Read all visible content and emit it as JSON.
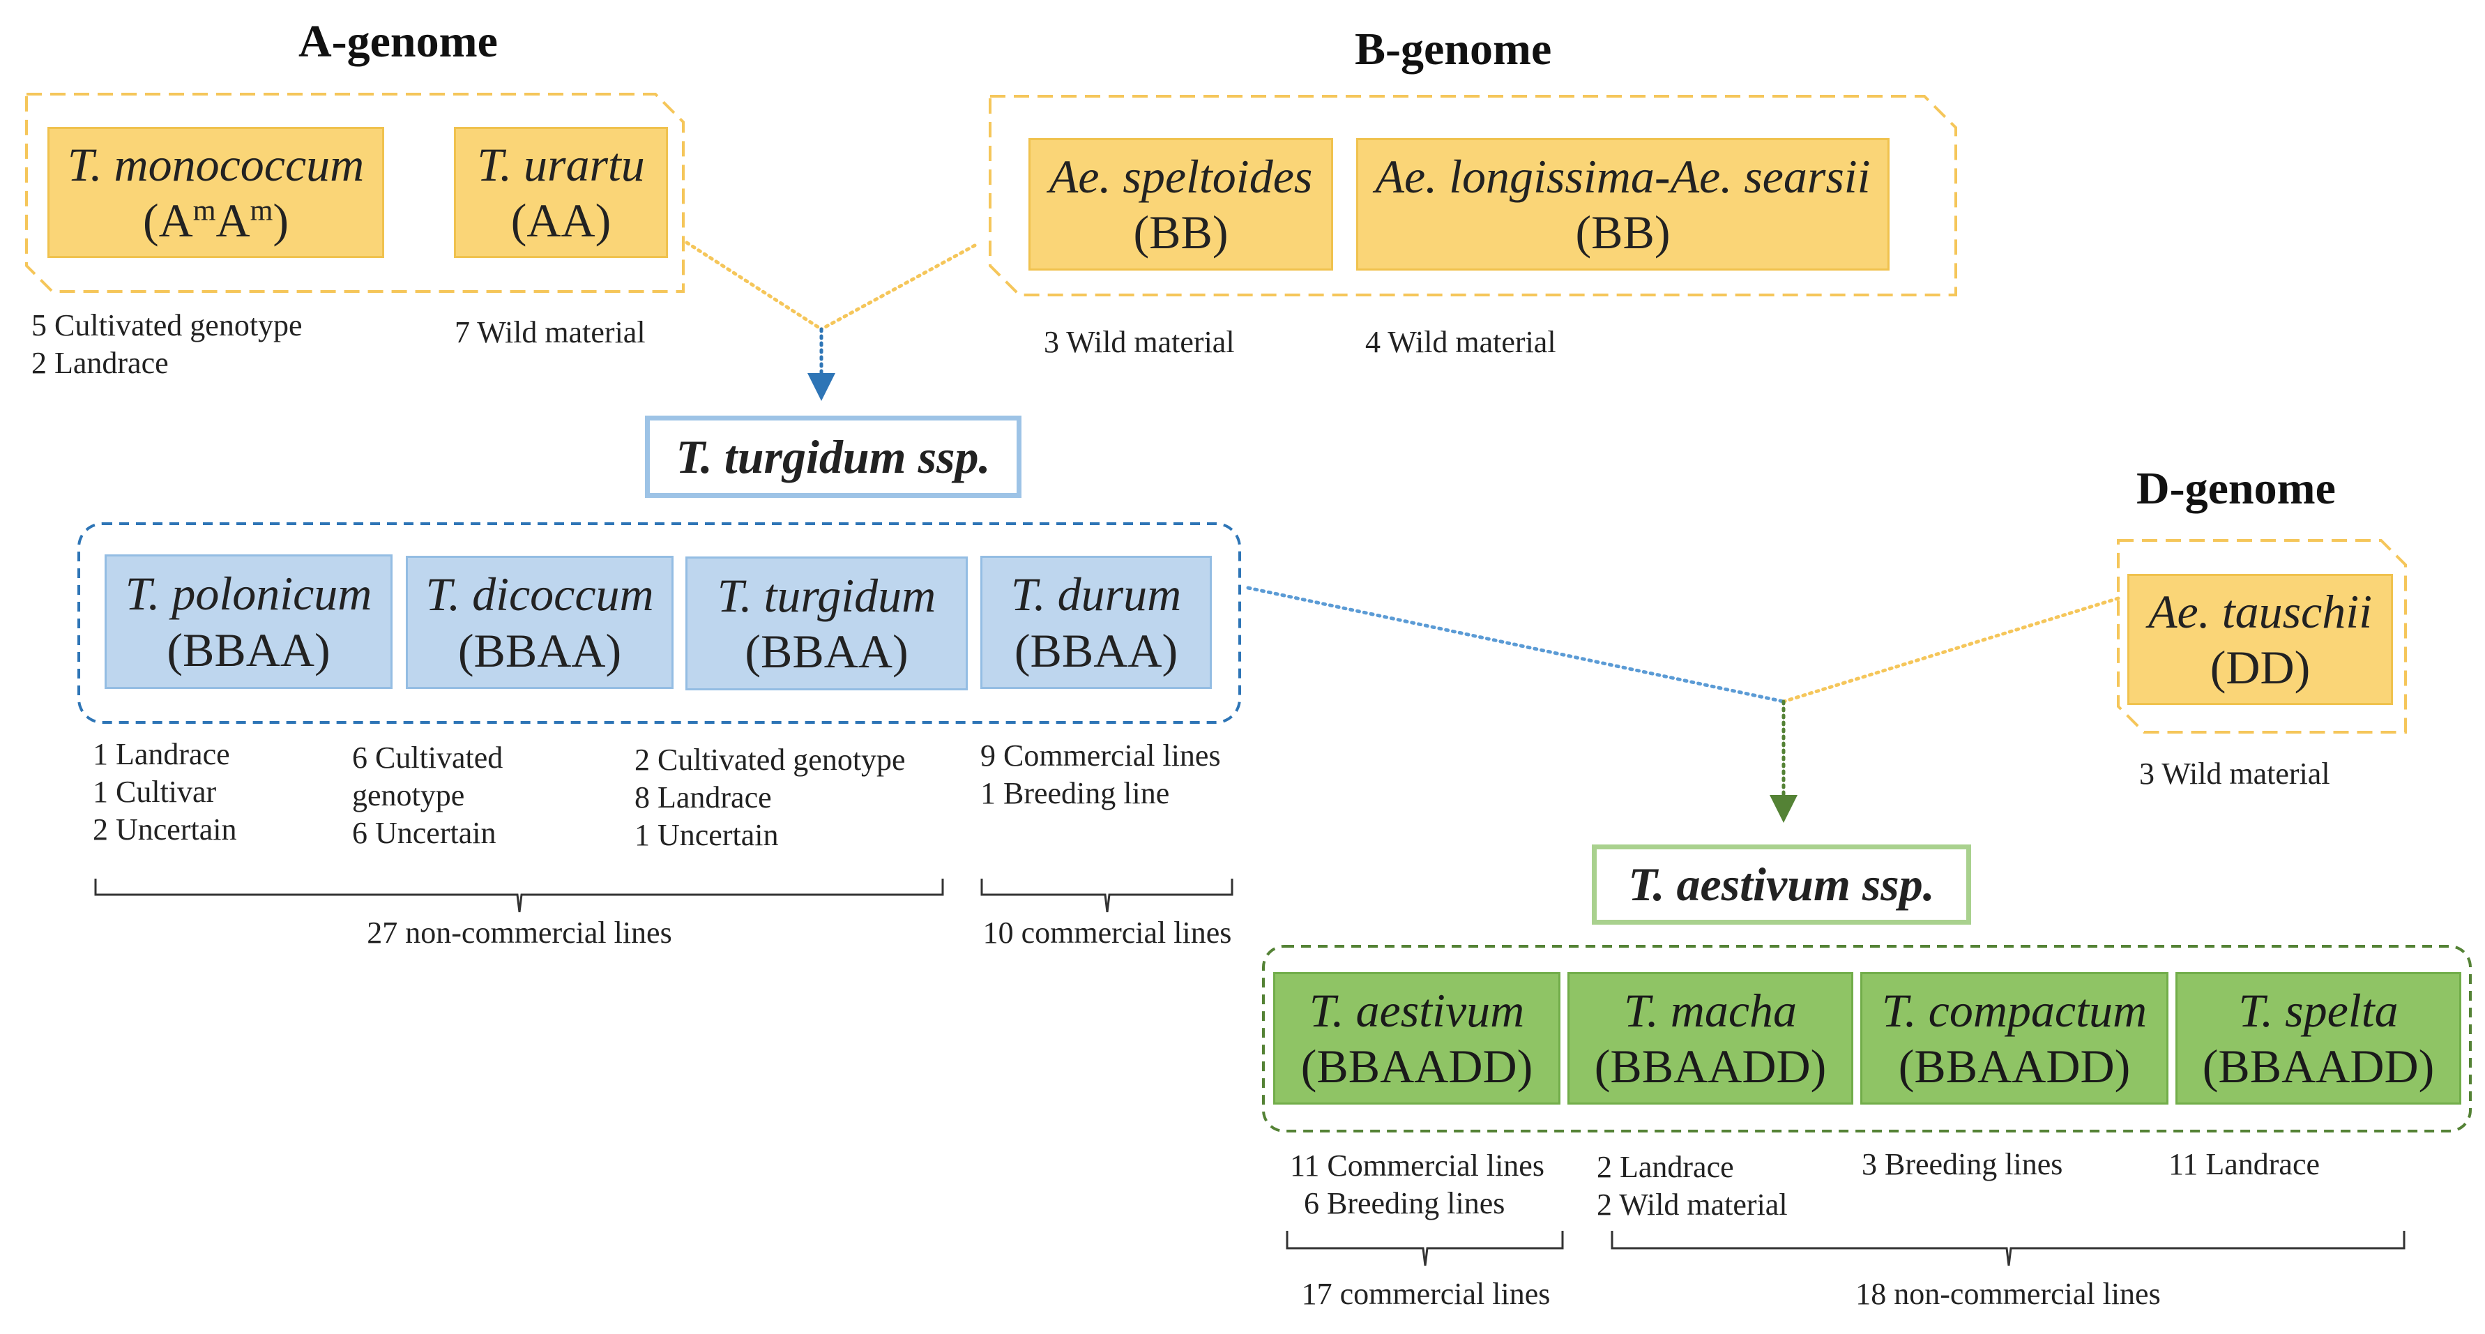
{
  "genomes": {
    "a": {
      "title": "A-genome",
      "species": [
        {
          "name": "T. monococcum",
          "genome": "(AmAm)",
          "notes": [
            "5 Cultivated genotype",
            "2 Landrace"
          ]
        },
        {
          "name": "T. urartu",
          "genome": "(AA)",
          "notes": [
            "7 Wild material"
          ]
        }
      ]
    },
    "b": {
      "title": "B-genome",
      "species": [
        {
          "name": "Ae. speltoides",
          "genome": "(BB)",
          "notes": [
            "3 Wild material"
          ]
        },
        {
          "name": "Ae. longissima-Ae. searsii",
          "genome": "(BB)",
          "notes": [
            "4 Wild material"
          ]
        }
      ]
    },
    "d": {
      "title": "D-genome",
      "species": [
        {
          "name": "Ae. tauschii",
          "genome": "(DD)",
          "notes": [
            "3 Wild material"
          ]
        }
      ]
    }
  },
  "turgidum": {
    "label": "T. turgidum ssp.",
    "species": [
      {
        "name": "T. polonicum",
        "genome": "(BBAA)",
        "notes": [
          "1 Landrace",
          "1 Cultivar",
          "2 Uncertain"
        ]
      },
      {
        "name": "T. dicoccum",
        "genome": "(BBAA)",
        "notes": [
          "6 Cultivated",
          "genotype",
          "6 Uncertain"
        ]
      },
      {
        "name": "T. turgidum",
        "genome": "(BBAA)",
        "notes": [
          "2 Cultivated genotype",
          "8 Landrace",
          "1 Uncertain"
        ]
      },
      {
        "name": "T. durum",
        "genome": "(BBAA)",
        "notes": [
          "9 Commercial lines",
          "1 Breeding line"
        ]
      }
    ],
    "totals": [
      "27 non-commercial lines",
      "10 commercial lines"
    ]
  },
  "aestivum": {
    "label": "T. aestivum ssp.",
    "species": [
      {
        "name": "T. aestivum",
        "genome": "(BBAADD)",
        "notes": [
          "11 Commercial lines",
          "6 Breeding lines"
        ]
      },
      {
        "name": "T. macha",
        "genome": "(BBAADD)",
        "notes": [
          "2 Landrace",
          "2 Wild material"
        ]
      },
      {
        "name": "T. compactum",
        "genome": "(BBAADD)",
        "notes": [
          "3 Breeding lines"
        ]
      },
      {
        "name": "T. spelta",
        "genome": "(BBAADD)",
        "notes": [
          "11 Landrace"
        ]
      }
    ],
    "totals": [
      "17 commercial lines",
      "18 non-commercial lines"
    ]
  },
  "colors": {
    "diploid_fill": "#fad577",
    "diploid_outline": "#f5c65a",
    "tetraploid_fill": "#bed6ee",
    "tetraploid_outline": "#2e75b6",
    "hexaploid_fill": "#8fc465",
    "hexaploid_outline": "#548235",
    "arrow_blue": "#2e75b6",
    "arrow_green": "#548235",
    "link_yellow": "#f5c65a",
    "link_blue": "#5b9bd5"
  }
}
